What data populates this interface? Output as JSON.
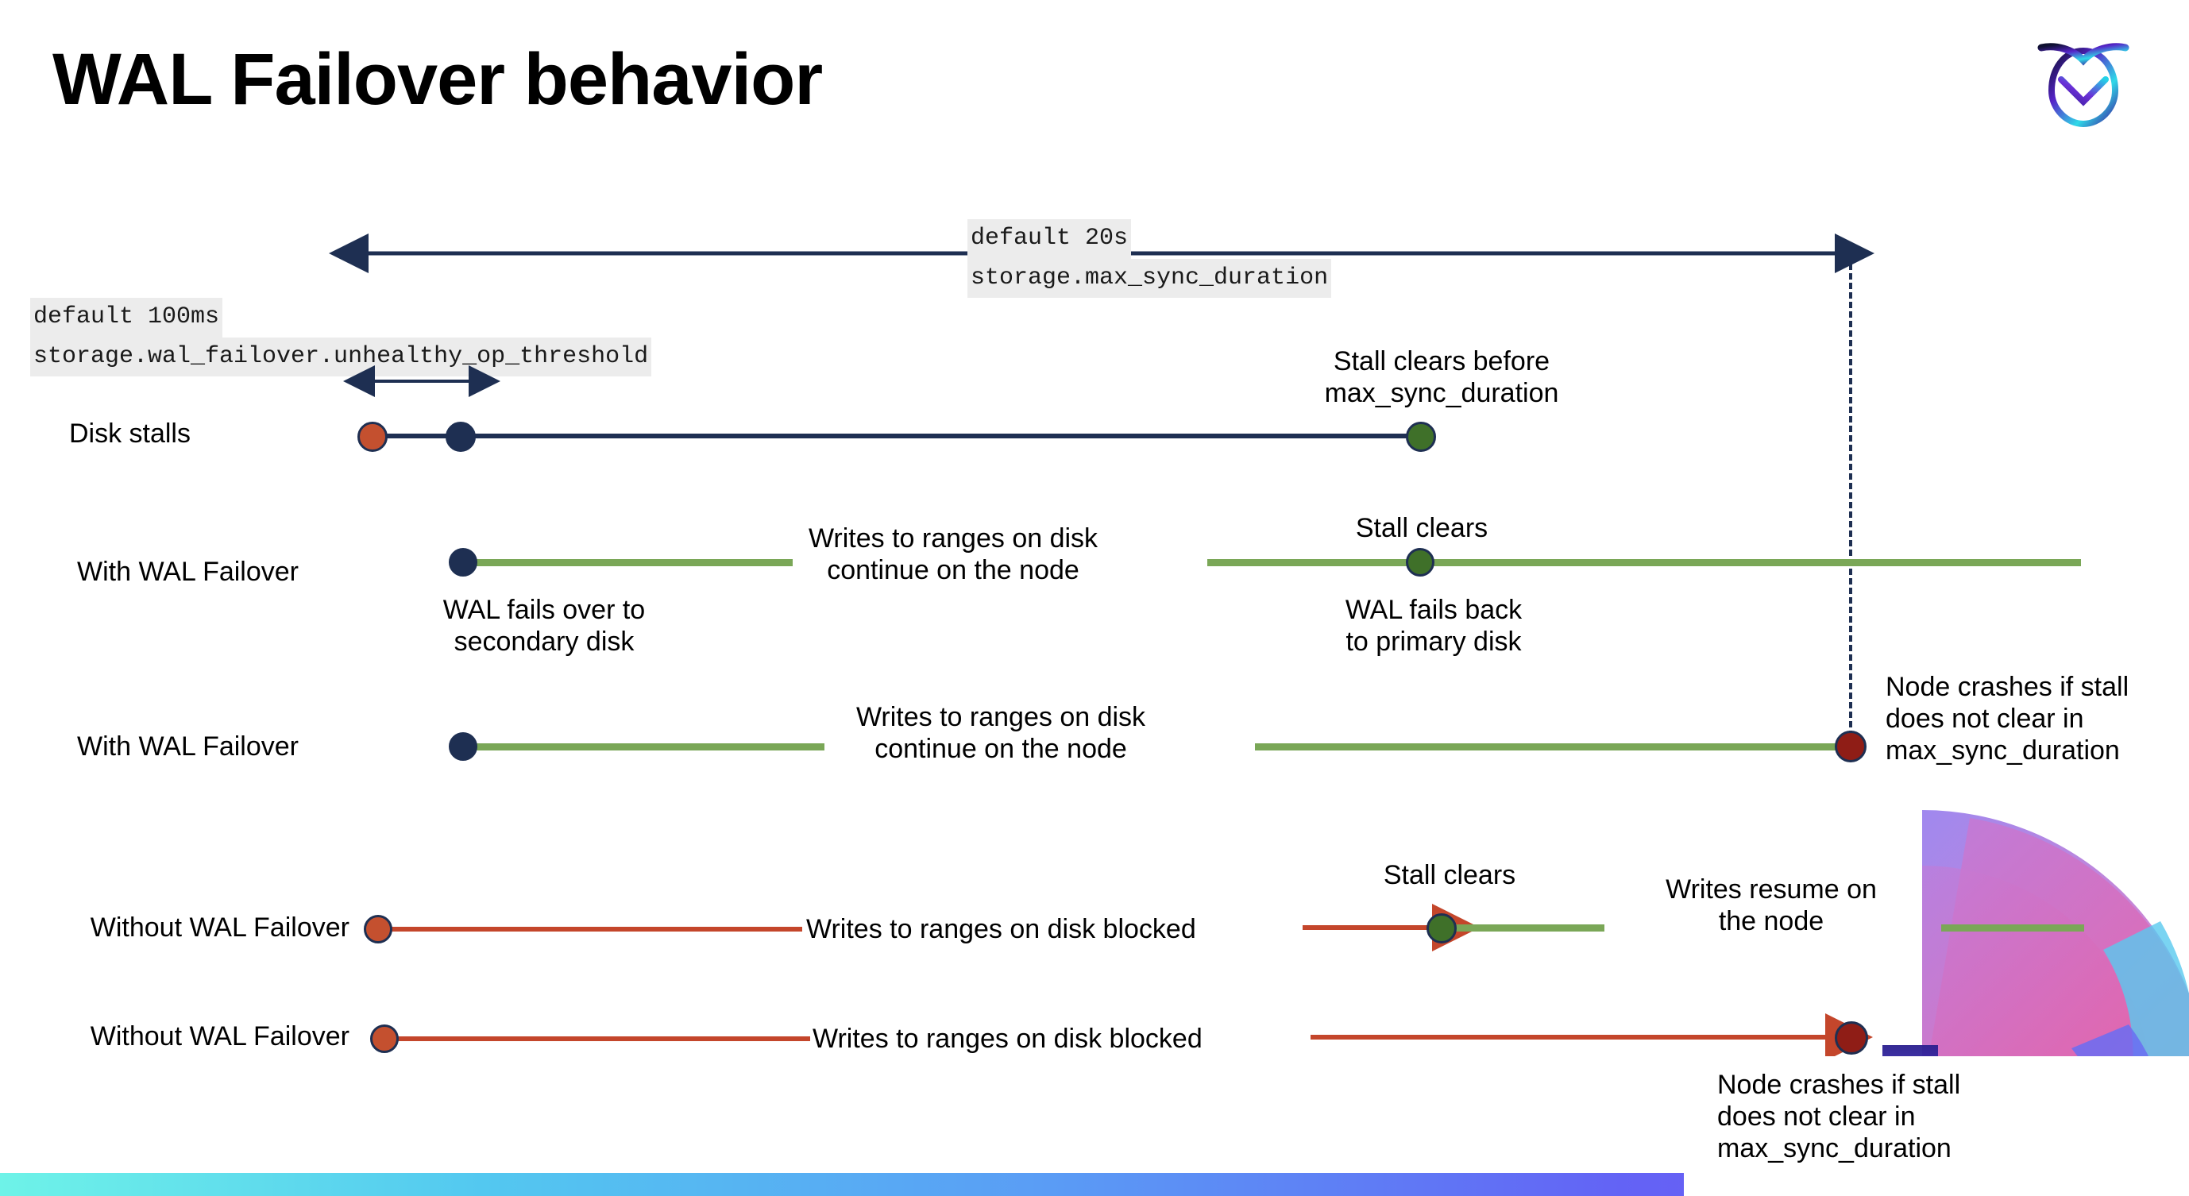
{
  "slide": {
    "title": "WAL Failover behavior",
    "logo_name": "cockroachdb-logo"
  },
  "annotations": {
    "max_sync": {
      "default": "default 20s",
      "setting": "storage.max_sync_duration"
    },
    "unhealthy_op": {
      "default": "default 100ms",
      "setting": "storage.wal_failover.unhealthy_op_threshold"
    }
  },
  "rows": [
    {
      "label": "Disk stalls",
      "notes": [
        "Stall clears before\nmax_sync_duration"
      ]
    },
    {
      "label": "With WAL Failover",
      "notes": [
        "Writes to ranges on disk\ncontinue on the node",
        "Stall clears",
        "WAL fails over to\nsecondary disk",
        "WAL fails  back\nto primary disk"
      ]
    },
    {
      "label": "With WAL Failover",
      "notes": [
        "Writes to ranges on disk\ncontinue on the node",
        "Node crashes if stall\ndoes not clear in\nmax_sync_duration"
      ]
    },
    {
      "label": "Without WAL Failover",
      "notes": [
        "Writes to ranges on disk  blocked",
        "Stall clears",
        "Writes resume on\nthe node"
      ]
    },
    {
      "label": "Without WAL Failover",
      "notes": [
        "Writes to ranges on disk  blocked",
        "Node crashes if stall\ndoes not clear in\nmax_sync_duration"
      ]
    }
  ],
  "colors": {
    "navy": "#1e2f52",
    "green_line": "#7aa757",
    "green_dot": "#3f7029",
    "orange_dot": "#c4502f",
    "red_line": "#c4462b",
    "dark_red_dot": "#8f1d16",
    "code_highlight": "#ececec"
  }
}
